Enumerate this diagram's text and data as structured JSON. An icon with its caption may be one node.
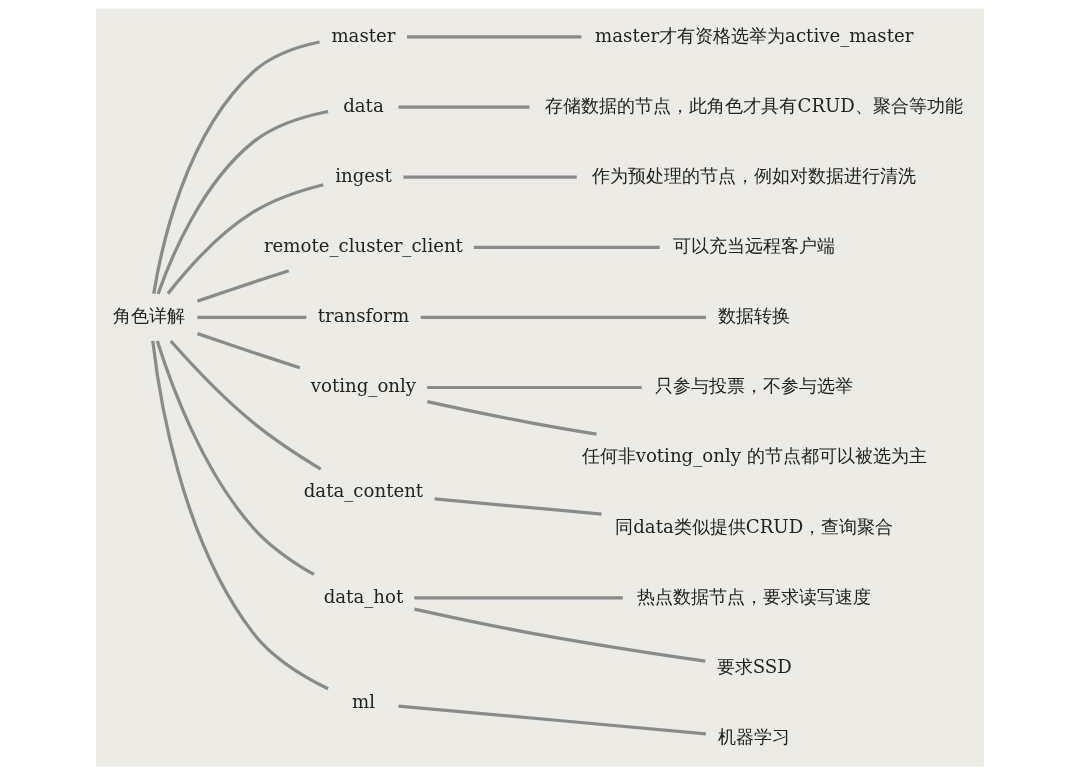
{
  "diagram": {
    "nodes": [
      {
        "text": [
          "角色详解"
        ]
      },
      {
        "text": [
          "master"
        ]
      },
      {
        "text": [
          "master才有资格选举为active_master"
        ]
      },
      {
        "text": [
          "data"
        ]
      },
      {
        "text": [
          "存储数据的节点，此角色才具有CRUD、聚合等功能"
        ]
      },
      {
        "text": [
          "ingest"
        ]
      },
      {
        "text": [
          "作为预处理的节点，例如对数据进行清洗"
        ]
      },
      {
        "text": [
          "remote_cluster_client"
        ]
      },
      {
        "text": [
          "可以充当远程客户端"
        ]
      },
      {
        "text": [
          "transform"
        ]
      },
      {
        "text": [
          "数据转换"
        ]
      },
      {
        "text": [
          "voting_only"
        ]
      },
      {
        "text": [
          "只参与投票，不参与选举"
        ]
      },
      {
        "text": [
          "任何非voting_only 的节点都可以被选为主"
        ]
      },
      {
        "text": [
          "data_content"
        ]
      },
      {
        "text": [
          "同data类似提供CRUD，查询聚合"
        ]
      },
      {
        "text": [
          "data_hot"
        ]
      },
      {
        "text": [
          "热点数据节点，要求读写速度"
        ]
      },
      {
        "text": [
          "要求SSD"
        ]
      },
      {
        "text": [
          "ml"
        ]
      },
      {
        "text": [
          "机器学习"
        ]
      }
    ],
    "edges": [
      {
        "from": 0,
        "to": 1,
        "arrow": "none"
      },
      {
        "from": 1,
        "to": 2,
        "arrow": "none"
      },
      {
        "from": 0,
        "to": 3,
        "arrow": "none"
      },
      {
        "from": 3,
        "to": 4,
        "arrow": "none"
      },
      {
        "from": 0,
        "to": 5,
        "arrow": "none"
      },
      {
        "from": 5,
        "to": 6,
        "arrow": "none"
      },
      {
        "from": 0,
        "to": 7,
        "arrow": "none"
      },
      {
        "from": 7,
        "to": 8,
        "arrow": "none"
      },
      {
        "from": 0,
        "to": 9,
        "arrow": "none"
      },
      {
        "from": 9,
        "to": 10,
        "arrow": "none"
      },
      {
        "from": 0,
        "to": 11,
        "arrow": "none"
      },
      {
        "from": 11,
        "to": 12,
        "arrow": "none"
      },
      {
        "from": 11,
        "to": 13,
        "arrow": "none"
      },
      {
        "from": 0,
        "to": 14,
        "arrow": "none"
      },
      {
        "from": 14,
        "to": 15,
        "arrow": "none"
      },
      {
        "from": 0,
        "to": 16,
        "arrow": "none"
      },
      {
        "from": 16,
        "to": 17,
        "arrow": "none"
      },
      {
        "from": 16,
        "to": 18,
        "arrow": "none"
      },
      {
        "from": 0,
        "to": 19,
        "arrow": "none"
      },
      {
        "from": 19,
        "to": 20,
        "arrow": "none"
      }
    ]
  }
}
